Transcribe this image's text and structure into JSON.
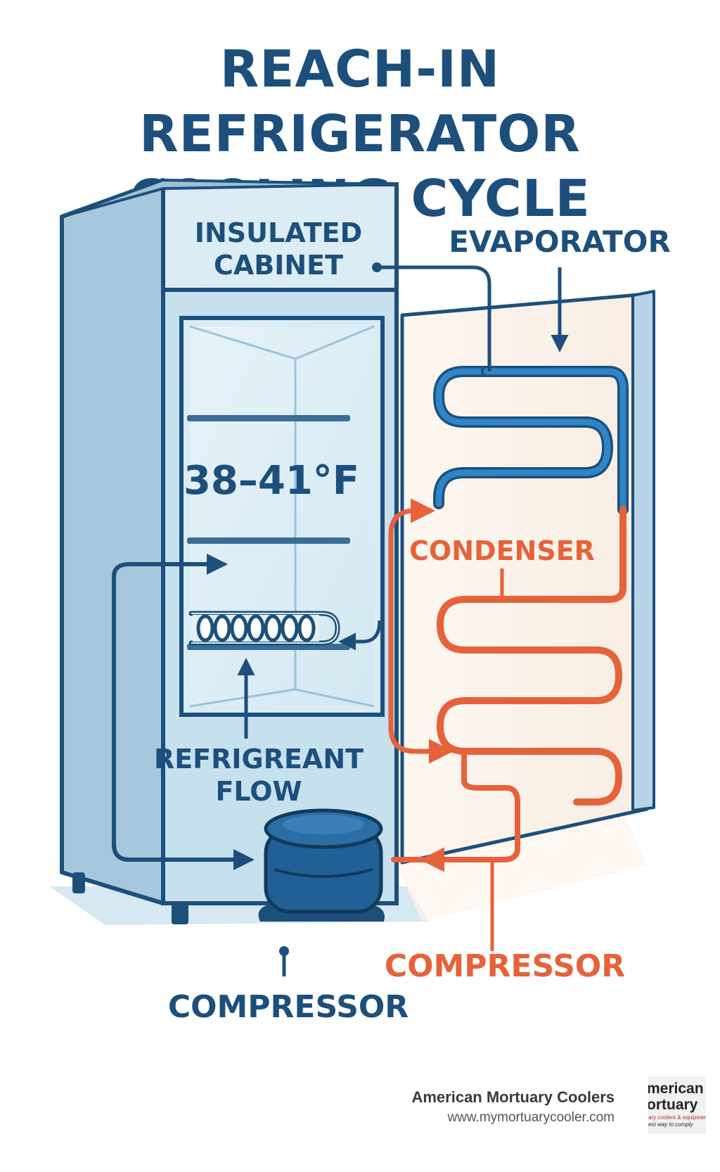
{
  "title": {
    "line1": "REACH-IN REFRIGERATOR",
    "line2": "COOLING CYCLE"
  },
  "labels": {
    "insulated_cabinet_1": "INSULATED",
    "insulated_cabinet_2": "CABINET",
    "evaporator": "EVAPORATOR",
    "temperature": "38–41°F",
    "condenser": "CONDENSER",
    "refrigerant_flow_1": "REFRIGREANT",
    "refrigerant_flow_2": "FLOW",
    "compressor_right": "COMPRESSOR",
    "compressor_bottom": "COMPRESSOR"
  },
  "footer": {
    "company": "American Mortuary Coolers",
    "url": "www.mymortuarycooler.com"
  },
  "logo": {
    "line1": "merican",
    "line2": "ortuary",
    "line3": "ary coolers & equipment",
    "line4": "est way to comply"
  },
  "colors": {
    "navy": "#1c4f7c",
    "cold_blue": "#2f86c6",
    "hot_orange": "#e6623a",
    "cabinet_fill": "#b9d8e8"
  }
}
